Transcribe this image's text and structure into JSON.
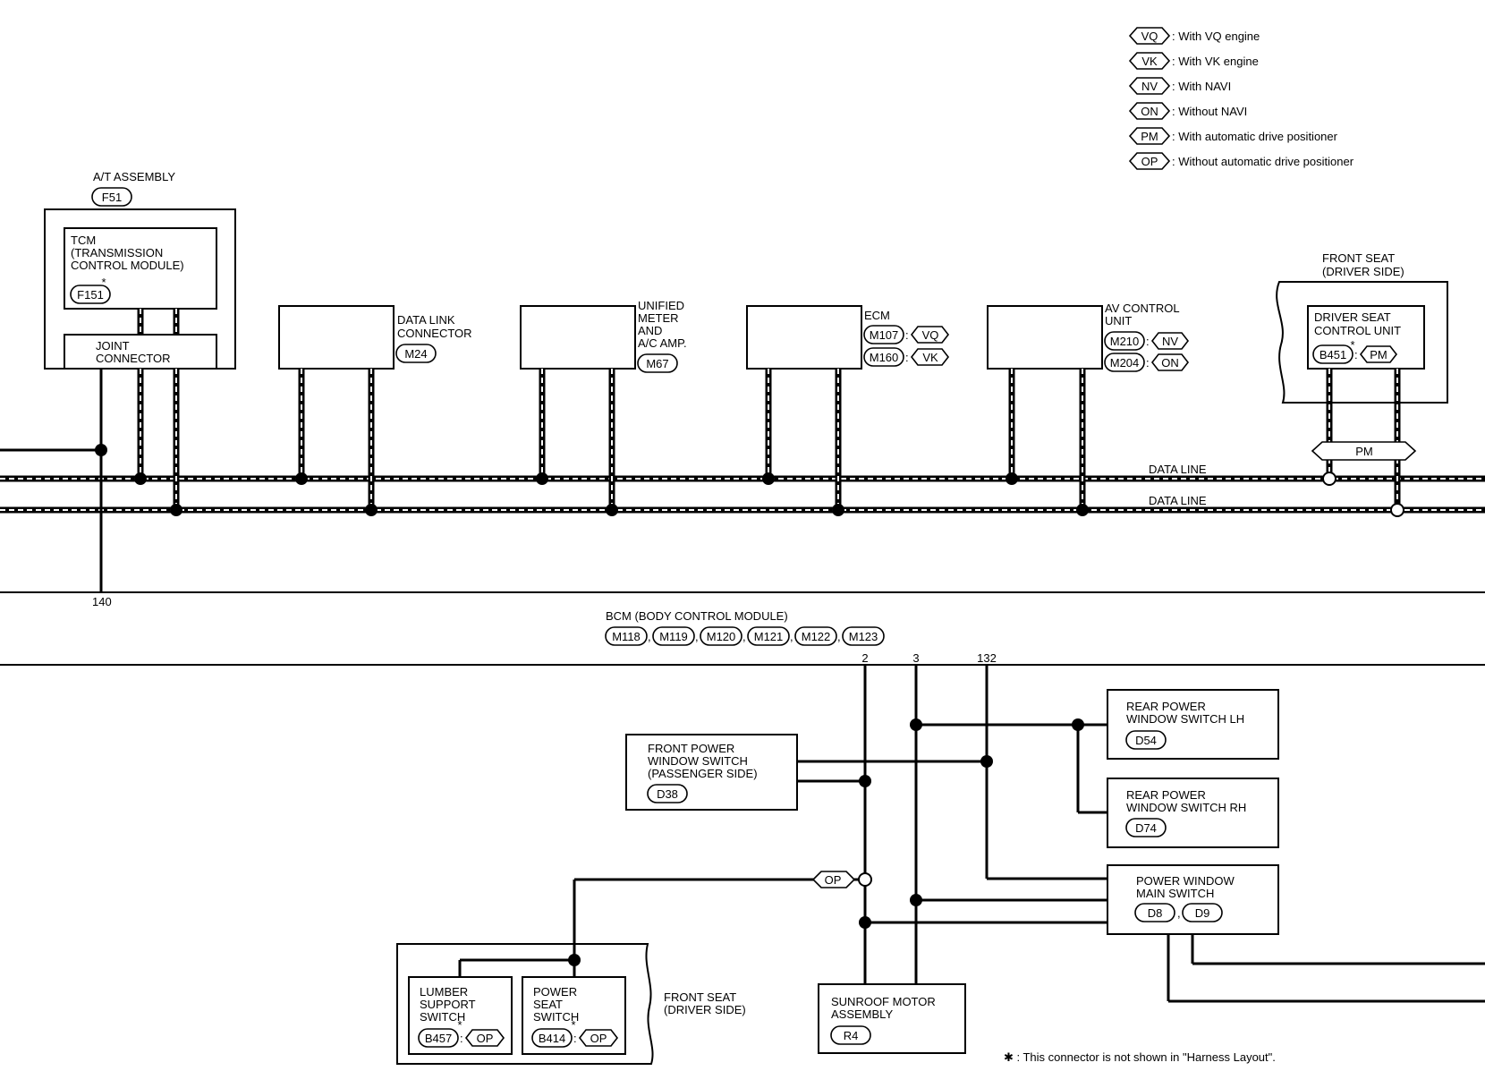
{
  "legend": [
    {
      "code": "VQ",
      "text": ": With VQ engine"
    },
    {
      "code": "VK",
      "text": ": With VK engine"
    },
    {
      "code": "NV",
      "text": ": With NAVI"
    },
    {
      "code": "ON",
      "text": ": Without NAVI"
    },
    {
      "code": "PM",
      "text": ": With automatic drive positioner"
    },
    {
      "code": "OP",
      "text": ": Without automatic drive positioner"
    }
  ],
  "at_assembly": {
    "label": "A/T ASSEMBLY",
    "connector": "F51",
    "tcm_lines": [
      "TCM",
      "(TRANSMISSION",
      " CONTROL MODULE)"
    ],
    "tcm_connector": "F151",
    "joint_lines": [
      "JOINT",
      "CONNECTOR"
    ]
  },
  "data_link": {
    "lines": [
      "DATA LINK",
      "CONNECTOR"
    ],
    "connector": "M24"
  },
  "unified_meter": {
    "lines": [
      "UNIFIED",
      "METER",
      "AND",
      "A/C AMP."
    ],
    "connector": "M67"
  },
  "ecm": {
    "label": "ECM",
    "connectors": [
      {
        "code": "M107",
        "tag": "VQ"
      },
      {
        "code": "M160",
        "tag": "VK"
      }
    ]
  },
  "av_control": {
    "lines": [
      "AV CONTROL",
      "UNIT"
    ],
    "connectors": [
      {
        "code": "M210",
        "tag": "NV"
      },
      {
        "code": "M204",
        "tag": "ON"
      }
    ]
  },
  "front_seat_top": {
    "label_lines": [
      "FRONT SEAT",
      "(DRIVER SIDE)"
    ],
    "unit_lines": [
      "DRIVER SEAT",
      "CONTROL UNIT"
    ],
    "connector": "B451",
    "tag": "PM",
    "bus_tag": "PM"
  },
  "data_line_labels": [
    "DATA LINE",
    "DATA LINE"
  ],
  "bcm": {
    "label": "BCM (BODY CONTROL MODULE)",
    "connectors": [
      "M118",
      "M119",
      "M120",
      "M121",
      "M122",
      "M123"
    ],
    "terminals": [
      "140",
      "2",
      "3",
      "132"
    ]
  },
  "front_pw_passenger": {
    "lines": [
      "FRONT POWER",
      "WINDOW SWITCH",
      "(PASSENGER SIDE)"
    ],
    "connector": "D38"
  },
  "rear_pw_lh": {
    "lines": [
      "REAR POWER",
      "WINDOW SWITCH LH"
    ],
    "connector": "D54"
  },
  "rear_pw_rh": {
    "lines": [
      "REAR POWER",
      "WINDOW SWITCH RH"
    ],
    "connector": "D74"
  },
  "pw_main": {
    "lines": [
      "POWER WINDOW",
      "MAIN SWITCH"
    ],
    "connectors": [
      "D8",
      "D9"
    ]
  },
  "op_tag": "OP",
  "front_seat_bottom": {
    "label_lines": [
      "FRONT SEAT",
      "(DRIVER SIDE)"
    ],
    "lumber": {
      "lines": [
        "LUMBER",
        "SUPPORT",
        "SWITCH"
      ],
      "connector": "B457",
      "tag": "OP"
    },
    "power_seat": {
      "lines": [
        "POWER",
        "SEAT",
        "SWITCH"
      ],
      "connector": "B414",
      "tag": "OP"
    }
  },
  "sunroof": {
    "lines": [
      "SUNROOF MOTOR",
      "ASSEMBLY"
    ],
    "connector": "R4"
  },
  "star": "*",
  "separator": ":",
  "comma": ",",
  "footnote": "✱ : This connector is not shown in \"Harness Layout\"."
}
